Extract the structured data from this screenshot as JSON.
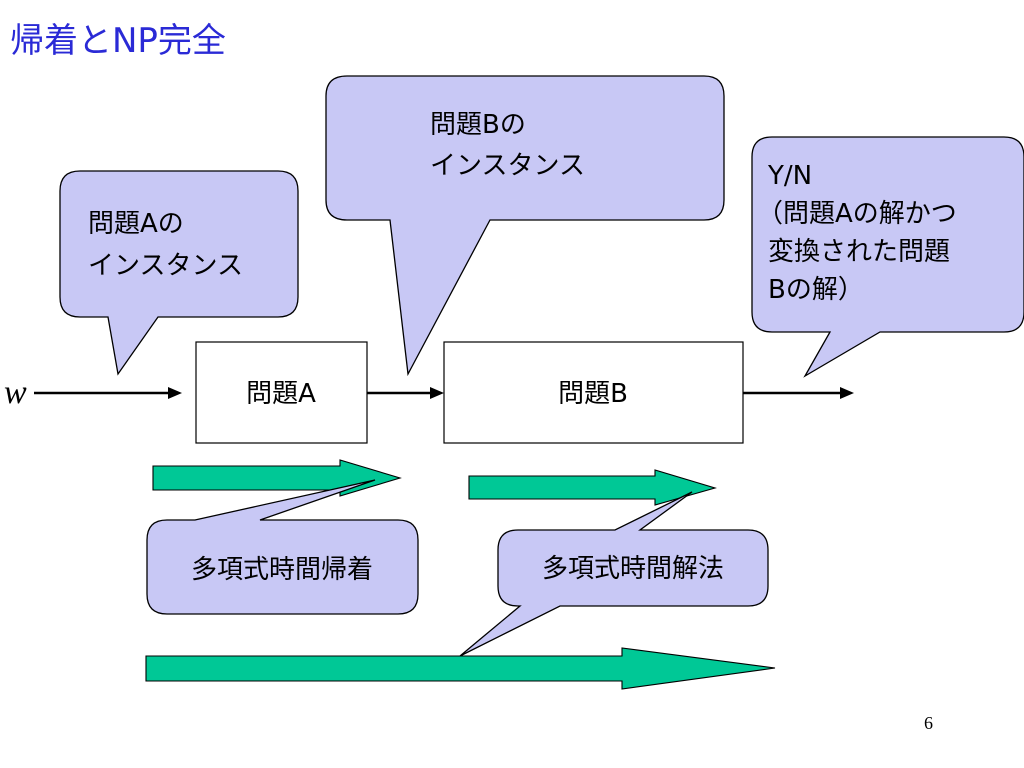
{
  "title": "帰着とNP完全",
  "input_label": "w",
  "boxes": {
    "problem_a": "問題A",
    "problem_b": "問題B"
  },
  "callouts": {
    "instance_a": [
      "問題Aの",
      "インスタンス"
    ],
    "instance_b": [
      "問題Bの",
      "インスタンス"
    ],
    "answer": [
      "Y/N",
      "（問題Aの解かつ",
      "変換された問題",
      "Bの解）"
    ],
    "poly_reduction": "多項式時間帰着",
    "poly_solution": "多項式時間解法"
  },
  "page_number": "6",
  "colors": {
    "title": "#2a2ad6",
    "callout_fill": "#c8c8f5",
    "arrow_fill": "#00c896"
  }
}
